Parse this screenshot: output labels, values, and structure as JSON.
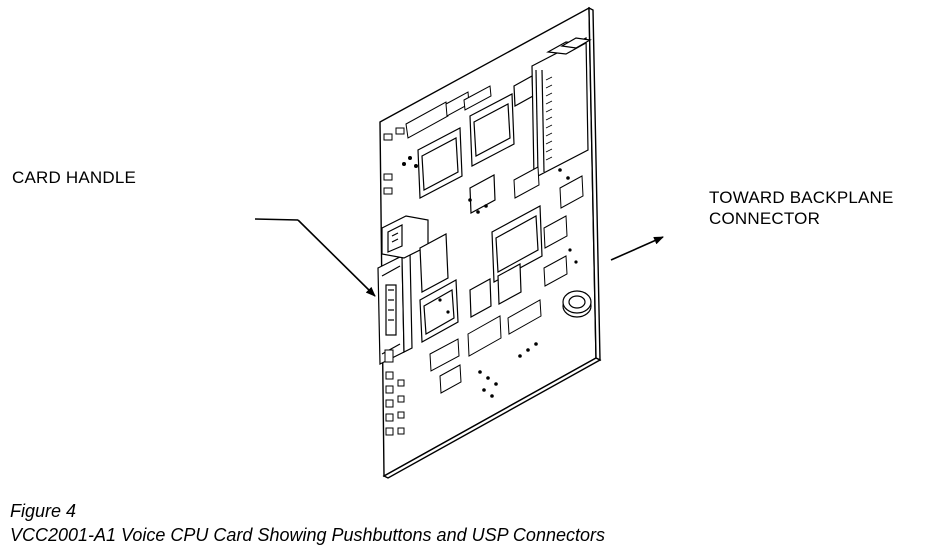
{
  "labels": {
    "card_handle": "CARD HANDLE",
    "backplane_line1": "TOWARD BACKPLANE",
    "backplane_line2": "CONNECTOR"
  },
  "caption": {
    "figure_number": "Figure 4",
    "title": "VCC2001-A1 Voice CPU Card Showing Pushbuttons and USP Connectors"
  },
  "colors": {
    "line": "#000000",
    "chip_fill": "#ffffff",
    "background": "#ffffff"
  }
}
